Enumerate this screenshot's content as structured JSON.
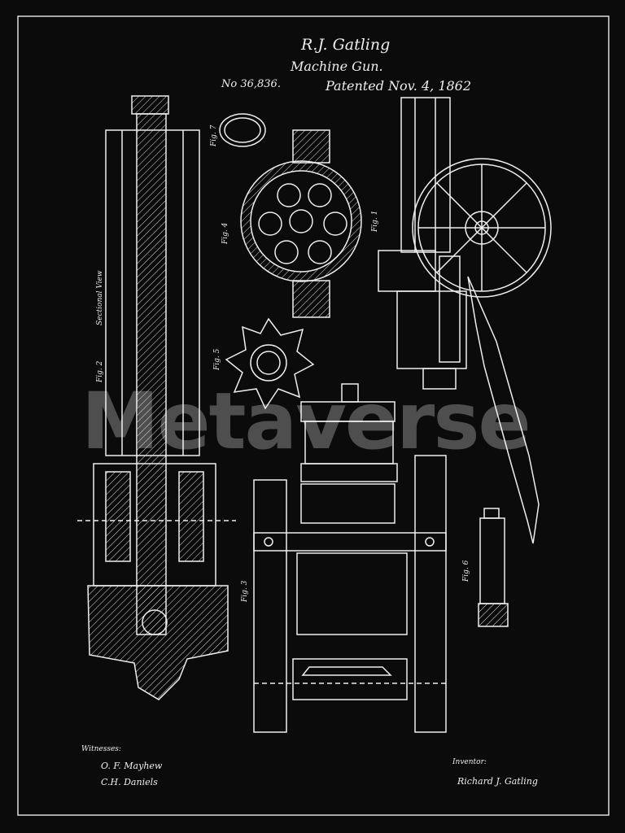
{
  "header": {
    "inventor": "R.J. Gatling",
    "title": "Machine Gun.",
    "patent_number": "No 36,836.",
    "patent_date": "Patented Nov. 4, 1862"
  },
  "figures": {
    "fig1": "Fig. 1",
    "fig2": "Fig. 2",
    "fig2_caption": "Sectional View",
    "fig3": "Fig. 3",
    "fig4": "Fig. 4",
    "fig5": "Fig. 5",
    "fig6": "Fig. 6",
    "fig7": "Fig. 7"
  },
  "footer": {
    "witnesses_label": "Witnesses:",
    "witness1": "O. F. Mayhew",
    "witness2": "C.H. Daniels",
    "inventor_label": "Inventor:",
    "inventor_signature": "Richard J. Gatling"
  },
  "watermark": "Metaverse",
  "colors": {
    "background": "#0b0b0b",
    "ink": "#eeeeee"
  }
}
